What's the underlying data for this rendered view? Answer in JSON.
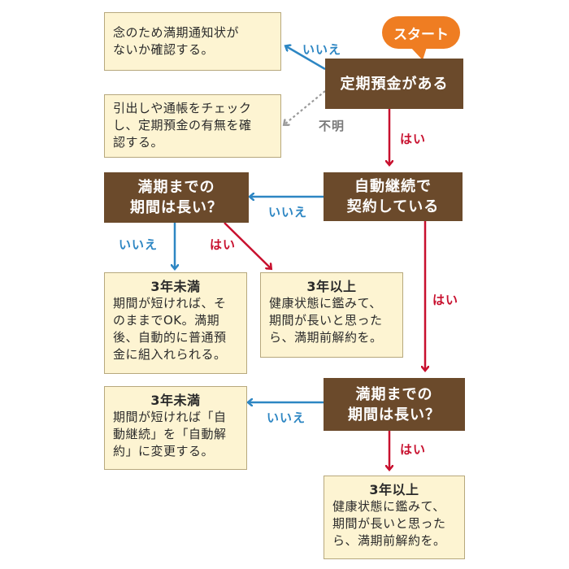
{
  "start": {
    "label": "スタート"
  },
  "decisions": {
    "d1": "定期預金がある",
    "d2_line1": "自動継続で",
    "d2_line2": "契約している",
    "d3_line1": "満期までの",
    "d3_line2": "期間は長い？",
    "d4_line1": "満期までの",
    "d4_line2": "期間は長い？"
  },
  "notes": {
    "n1_line1": "念のため満期通知状が",
    "n1_line2": "ないか確認する。",
    "n2_line1": "引出しや通帳をチェック",
    "n2_line2": "し、定期預金の有無を確",
    "n2_line3": "認する。",
    "n3_heading": "3年未満",
    "n3_line1": "期間が短ければ、そ",
    "n3_line2": "のままでOK。満期",
    "n3_line3": "後、自動的に普通預",
    "n3_line4": "金に組入れられる。",
    "n4_heading": "3年以上",
    "n4_line1": "健康状態に鑑みて、",
    "n4_line2": "期間が長いと思った",
    "n4_line3": "ら、満期前解約を。",
    "n5_heading": "3年未満",
    "n5_line1": "期間が短ければ「自",
    "n5_line2": "動継続」を「自動解",
    "n5_line3": "約」に変更する。",
    "n6_heading": "3年以上",
    "n6_line1": "健康状態に鑑みて、",
    "n6_line2": "期間が長いと思った",
    "n6_line3": "ら、満期前解約を。"
  },
  "labels": {
    "no1": "いいえ",
    "unknown": "不明",
    "yes1": "はい",
    "no2": "いいえ",
    "no3": "いいえ",
    "yes2": "はい",
    "yes3": "はい",
    "no4": "いいえ",
    "yes4": "はい"
  },
  "colors": {
    "decision_bg": "#6b4a2b",
    "note_bg": "#fdf4d2",
    "start_bg": "#ef7d22",
    "no_arrow": "#2d86c3",
    "yes_arrow": "#c8102e",
    "unknown_arrow": "#9a9a9a"
  }
}
